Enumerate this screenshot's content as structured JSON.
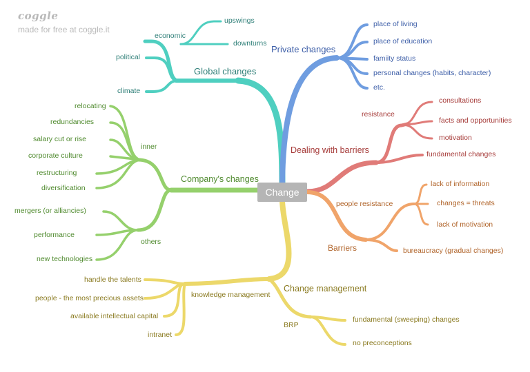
{
  "brand": {
    "logo": "coggle",
    "tagline": "made for free at coggle.it"
  },
  "colors": {
    "teal": "#4fcfc0",
    "teal_text": "#2f7f78",
    "blue": "#6f9de0",
    "blue_text": "#3e5fa8",
    "red": "#e07b78",
    "red_text": "#a63c3a",
    "orange": "#f0a46a",
    "orange_text": "#b0642a",
    "green": "#95d06c",
    "green_text": "#4f8a2e",
    "yellow": "#ecd86a",
    "yellow_text": "#8a7a20"
  },
  "center": "Change",
  "branches": {
    "global": {
      "label": "Global changes",
      "economic": {
        "label": "economic",
        "children": [
          "upswings",
          "downturns"
        ]
      },
      "others": [
        "political",
        "climate"
      ]
    },
    "private": {
      "label": "Private changes",
      "children": [
        "place of living",
        "place of education",
        "famiity status",
        "personal changes (habits, character)",
        "etc."
      ]
    },
    "barriers_dealing": {
      "label": "Dealing with barriers",
      "resistance": {
        "label": "resistance",
        "children": [
          "consultations",
          "facts and opportunities",
          "motivation"
        ]
      },
      "fundamental": "fundamental changes"
    },
    "barriers": {
      "label": "Barriers",
      "people_resistance": {
        "label": "people resistance",
        "children": [
          "lack of information",
          "changes = threats",
          "lack of motivation"
        ]
      },
      "bureaucracy": "bureaucracy (gradual changes)"
    },
    "company": {
      "label": "Company's changes",
      "inner": {
        "label": "inner",
        "children": [
          "relocating",
          "redundancies",
          "salary cut or rise",
          "corporate culture",
          "restructuring",
          "diversification"
        ]
      },
      "others": {
        "label": "others",
        "children": [
          "mergers (or alliancies)",
          "performance",
          "new technologies"
        ]
      }
    },
    "management": {
      "label": "Change management",
      "knowledge": {
        "label": "knowledge management",
        "children": [
          "handle the talents",
          "people - the most precious assets",
          "available intellectual capital",
          "intranet"
        ]
      },
      "brp": {
        "label": "BRP",
        "children": [
          "fundamental (sweeping) changes",
          "no preconceptions"
        ]
      }
    }
  }
}
